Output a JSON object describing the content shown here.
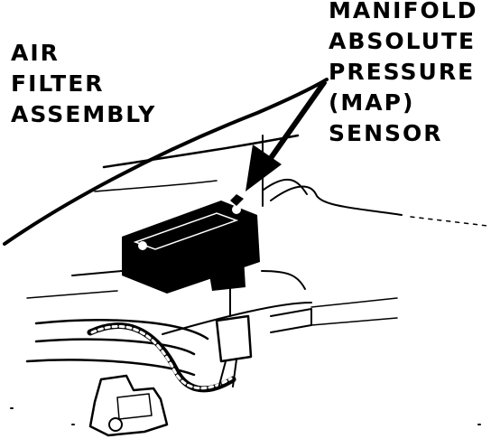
{
  "labels": {
    "air_filter": [
      "AIR",
      "FILTER",
      "ASSEMBLY"
    ],
    "map_sensor": [
      "MANIFOLD",
      "ABSOLUTE",
      "PRESSURE",
      "(MAP)",
      "SENSOR"
    ]
  },
  "colors": {
    "ink": "#000000",
    "paper": "#ffffff"
  }
}
